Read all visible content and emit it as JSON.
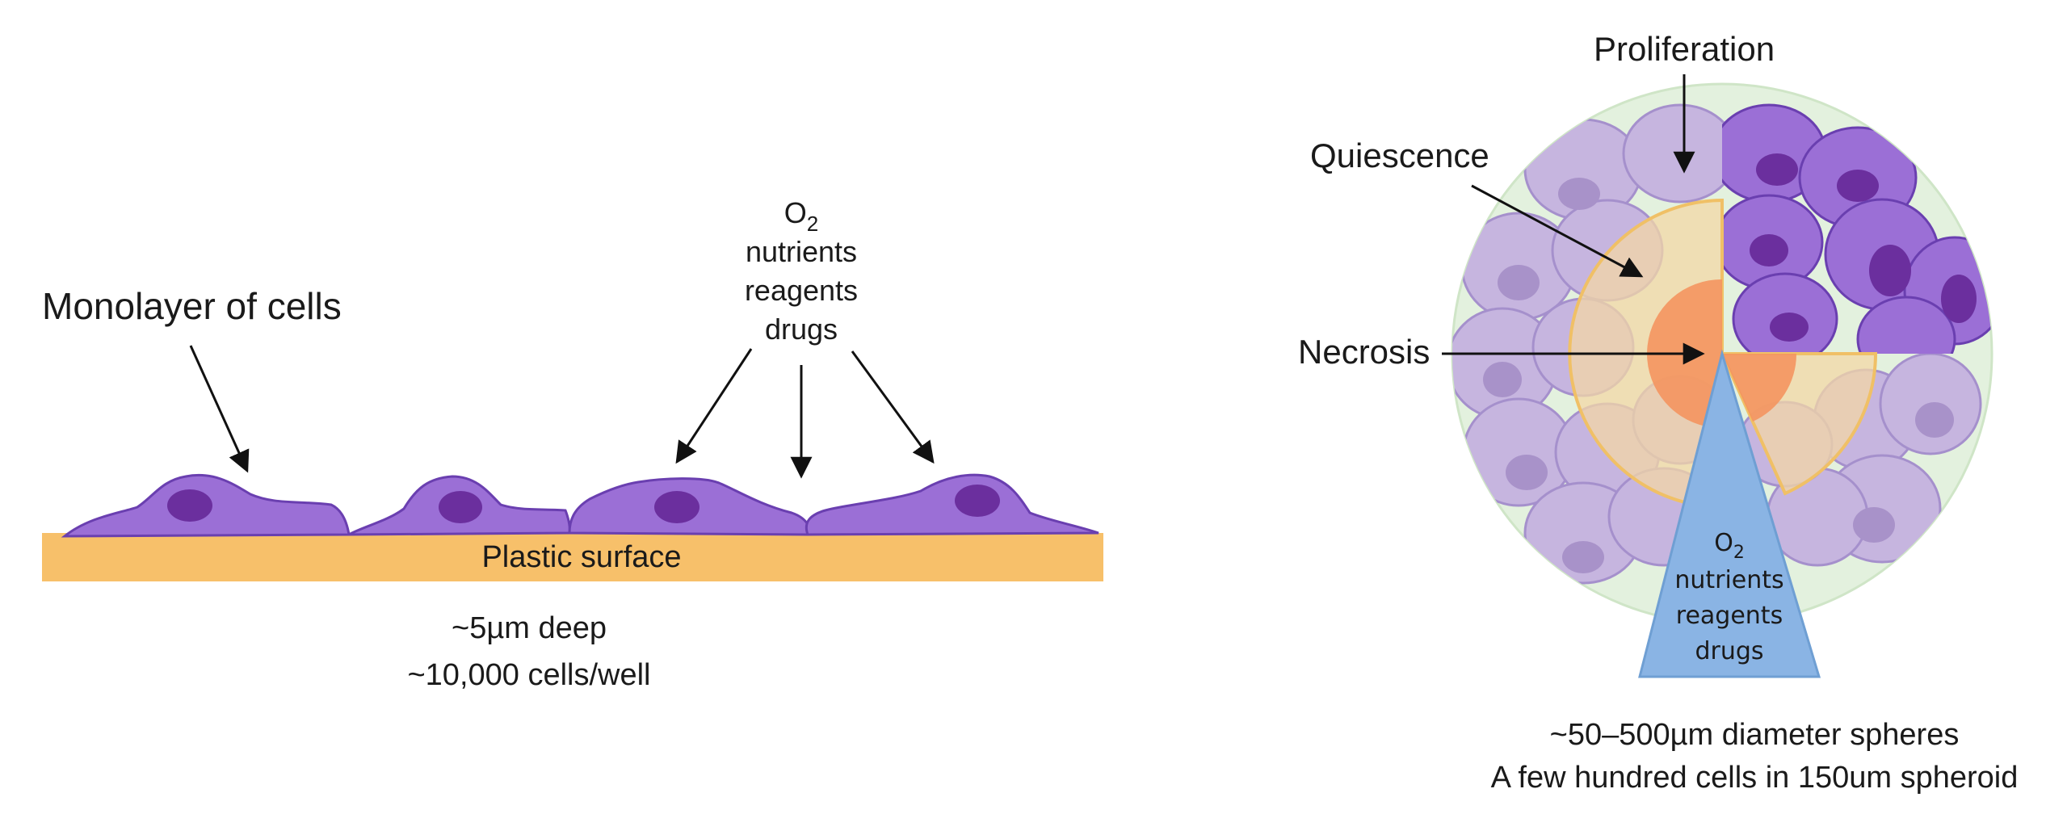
{
  "monolayer": {
    "title": "Monolayer of cells",
    "surface_label": "Plastic surface",
    "delivery": {
      "o2_base": "O",
      "o2_sub": "2",
      "line1": "nutrients",
      "line2": "reagents",
      "line3": "drugs"
    },
    "caption": {
      "line1": "~5µm deep",
      "line2": "~10,000 cells/well"
    }
  },
  "spheroid": {
    "zones": {
      "proliferation": "Proliferation",
      "quiescence": "Quiescence",
      "necrosis": "Necrosis"
    },
    "delivery": {
      "o2_base": "O",
      "o2_sub": "2",
      "line1": "nutrients",
      "line2": "reagents",
      "line3": "drugs"
    },
    "caption": {
      "line1": "~50–500µm diameter spheres",
      "line2": "A few hundred cells in 150um spheroid"
    }
  },
  "colors": {
    "cell_fill": "#9b6fd6",
    "cell_stroke": "#6a3fb0",
    "nucleus": "#6b2f9e",
    "surface": "#f7c06a",
    "quiescent_cell": "#c6b5df",
    "quiescent_stroke": "#a590cc",
    "quiescence_zone": "#f3d7a6",
    "necrosis_core": "#f4955f",
    "halo": "#e3f1de",
    "wedge": "#8ab4e4",
    "arrow": "#111111"
  }
}
